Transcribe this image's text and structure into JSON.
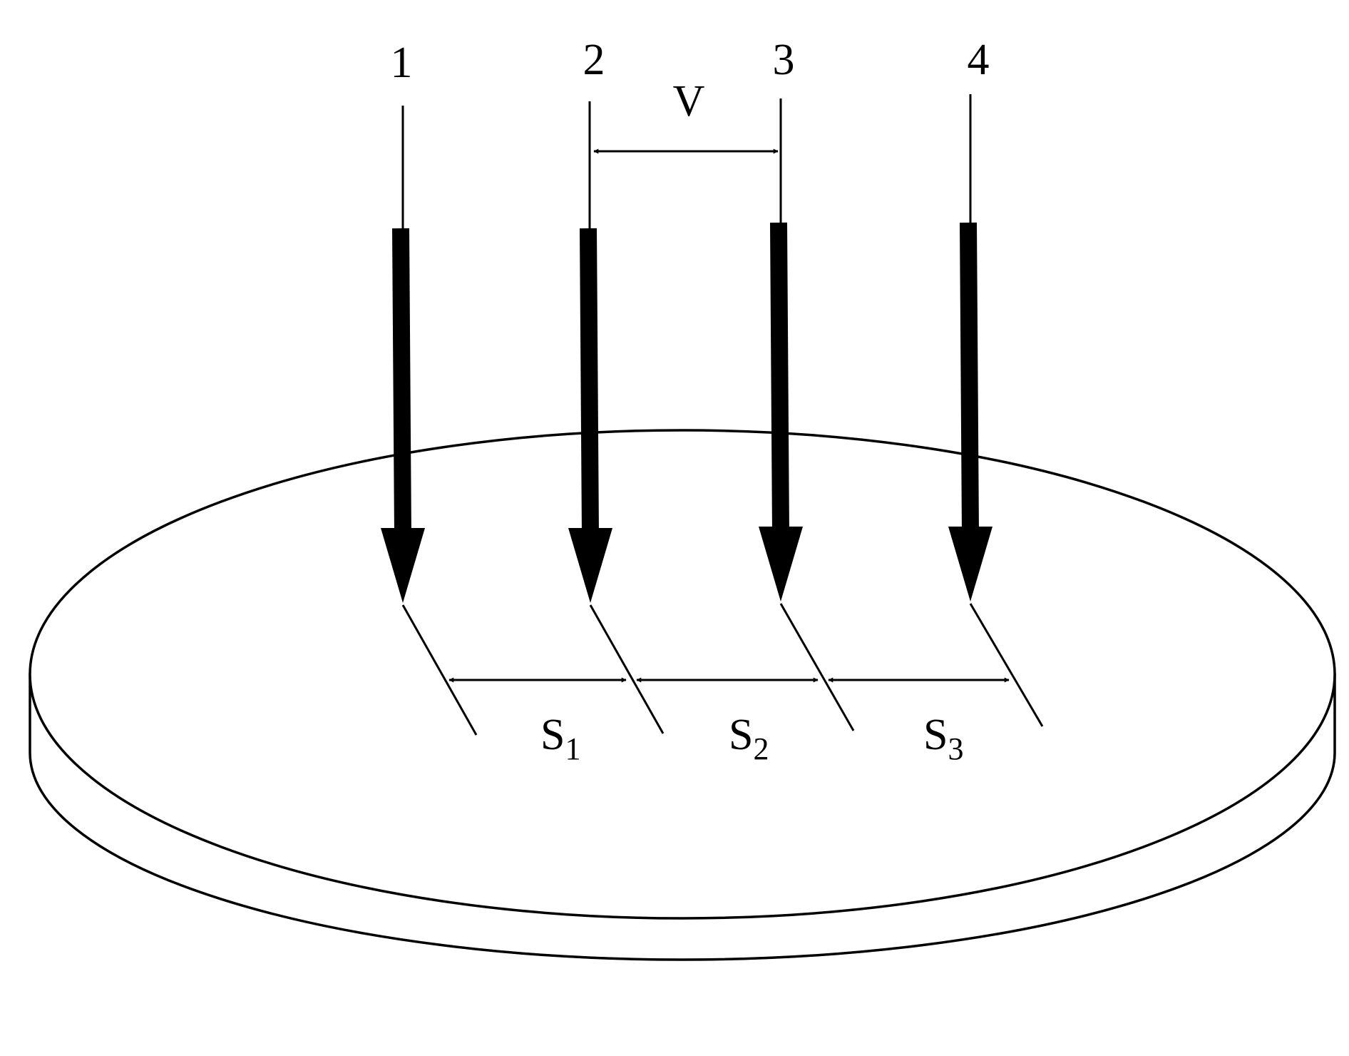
{
  "beams": [
    {
      "label": "1"
    },
    {
      "label": "2"
    },
    {
      "label": "3"
    },
    {
      "label": "4"
    }
  ],
  "velocity_label": "V",
  "spacings": [
    {
      "letter": "S",
      "index": "1"
    },
    {
      "letter": "S",
      "index": "2"
    },
    {
      "letter": "S",
      "index": "3"
    }
  ],
  "colors": {
    "ink": "#000000",
    "background": "#ffffff"
  }
}
